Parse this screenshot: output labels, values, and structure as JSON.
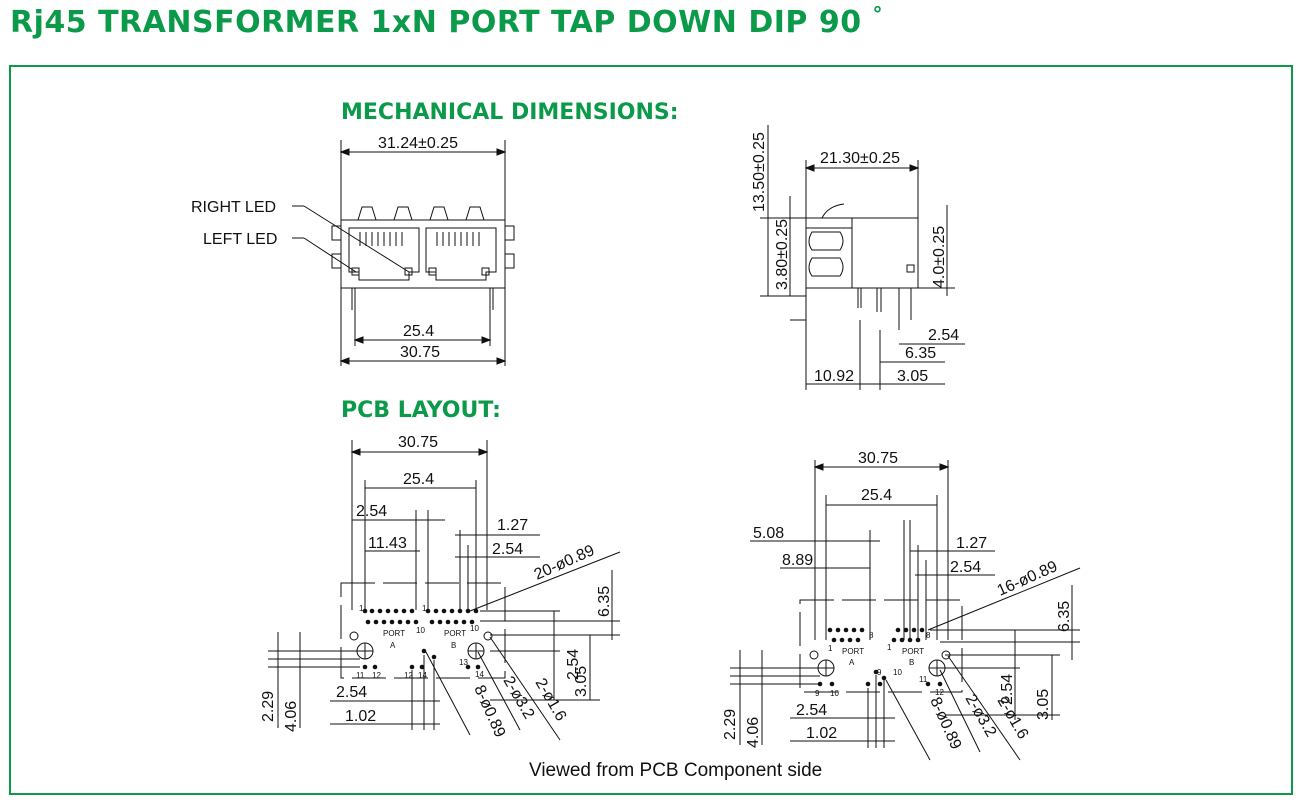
{
  "title": "Rj45 TRANSFORMER 1xN PORT TAP DOWN DIP 90 ",
  "title_degree": "°",
  "accent_color": "#0b9a4a",
  "headings": {
    "mechanical": "MECHANICAL DIMENSIONS:",
    "pcb": "PCB LAYOUT:"
  },
  "front_view": {
    "width_top": "31.24±0.25",
    "right_led": "RIGHT LED",
    "left_led": "LEFT LED",
    "span_inner": "25.4",
    "span_outer": "30.75"
  },
  "side_view": {
    "height": "13.50±0.25",
    "depth": "21.30±0.25",
    "offset_left": "3.80±0.25",
    "offset_right": "4.0±0.25",
    "pitch_a": "2.54",
    "pitch_b": "6.35",
    "dist_a": "10.92",
    "dist_b": "3.05"
  },
  "pcb_left": {
    "d_30_75": "30.75",
    "d_25_4": "25.4",
    "d_2_54_top": "2.54",
    "d_1_27": "1.27",
    "d_11_43": "11.43",
    "d_2_54_right": "2.54",
    "holes": "20-ø0.89",
    "d_6_35": "6.35",
    "d_2_54_v": "2.54",
    "d_3_05": "3.05",
    "d_2_29": "2.29",
    "d_4_06": "4.06",
    "d_2_54_bottom": "2.54",
    "d_1_02": "1.02",
    "holes_8": "8-ø0.89",
    "holes_2a": "2-ø3.2",
    "holes_2b": "2-ø1.6",
    "port_a": "PORT",
    "port_a_letter": "A",
    "port_b": "PORT",
    "port_b_letter": "B",
    "pins": [
      "1",
      "10",
      "1",
      "10",
      "11",
      "12",
      "12",
      "14",
      "13",
      "14"
    ]
  },
  "pcb_right": {
    "d_30_75": "30.75",
    "d_25_4": "25.4",
    "d_5_08": "5.08",
    "d_8_89": "8.89",
    "d_1_27": "1.27",
    "d_2_54_right": "2.54",
    "holes": "16-ø0.89",
    "d_6_35": "6.35",
    "d_2_54_v": "2.54",
    "d_3_05": "3.05",
    "d_2_29": "2.29",
    "d_4_06": "4.06",
    "d_2_54_bottom": "2.54",
    "d_1_02": "1.02",
    "holes_8": "8-ø0.89",
    "holes_2a": "2-ø3.2",
    "holes_2b": "2-ø1.6",
    "port_a": "PORT",
    "port_a_letter": "A",
    "port_b": "PORT",
    "port_b_letter": "B",
    "pins": [
      "1",
      "8",
      "1",
      "8",
      "9",
      "10",
      "9",
      "10",
      "11",
      "12"
    ]
  },
  "caption": "Viewed from PCB Component side"
}
